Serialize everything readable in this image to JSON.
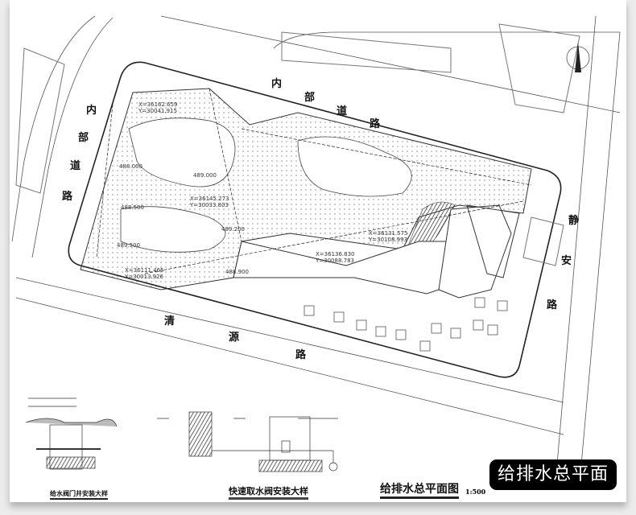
{
  "drawing": {
    "title": "给排水总平面图",
    "scale": "1:500",
    "badge_title": "给排水总平面图",
    "detail_titles": [
      "给水阀门井安装大样",
      "快速取水阀安装大样"
    ],
    "roads": {
      "inner_road_left": [
        "内",
        "部",
        "道",
        "路"
      ],
      "inner_road_top": [
        "内",
        "部",
        "道",
        "路"
      ],
      "jingan_road": [
        "静",
        "安",
        "路"
      ],
      "qingyuan_road": [
        "清",
        "源",
        "路"
      ]
    },
    "coordinates": [
      {
        "x": "X=36162.659",
        "y": "Y=30041.915"
      },
      {
        "x": "X=36145.273",
        "y": "Y=30033.803"
      },
      {
        "x": "X=36131.575",
        "y": "Y=30108.993"
      },
      {
        "x": "X=36136.830",
        "y": "Y=30088.783"
      },
      {
        "x": "X=36111.465",
        "y": "Y=30013.926"
      }
    ],
    "elevations": [
      "489.000",
      "488.500",
      "489.500",
      "489.200",
      "488.000",
      "488.900"
    ],
    "colors": {
      "line": "#333333",
      "background": "#ffffff",
      "badge": "#000000"
    }
  }
}
